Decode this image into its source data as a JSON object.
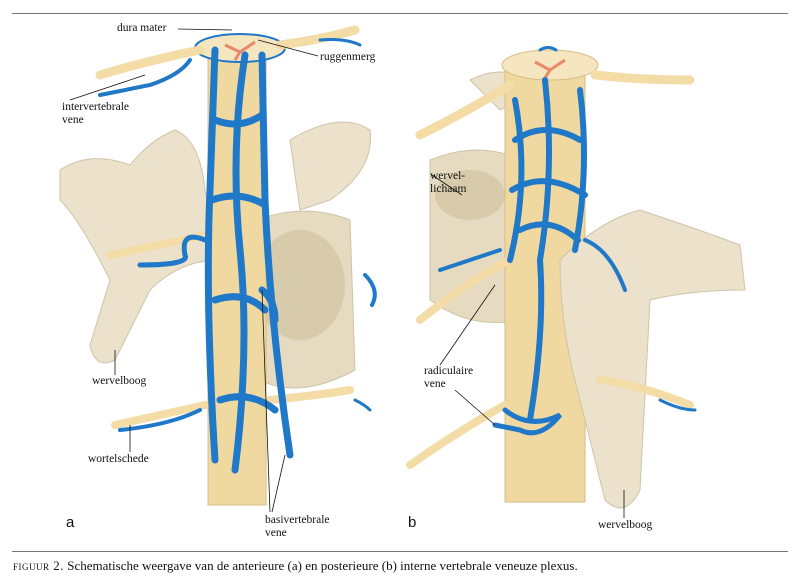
{
  "figure": {
    "labels": {
      "dura_mater": "dura mater",
      "ruggenmerg": "ruggenmerg",
      "intervertebrale_vene_1": "intervertebrale",
      "intervertebrale_vene_2": "vene",
      "wervelboog_a": "wervelboog",
      "wortelschede": "wortelschede",
      "basivertebrale_vene_1": "basivertebrale",
      "basivertebrale_vene_2": "vene",
      "wervellichaam_1": "wervel-",
      "wervellichaam_2": "lichaam",
      "radiculaire_vene_1": "radiculaire",
      "radiculaire_vene_2": "vene",
      "wervelboog_b": "wervelboog"
    },
    "panel_a": "a",
    "panel_b": "b",
    "colors": {
      "vein": "#1f78c8",
      "bone": "#ece2cc",
      "nerve": "#f3dca6",
      "cord": "#f0d9a0"
    }
  },
  "caption": {
    "prefix": "figuur 2.",
    "text": " Schematische weergave van de anterieure (a) en posterieure (b) interne vertebrale veneuze plexus."
  }
}
